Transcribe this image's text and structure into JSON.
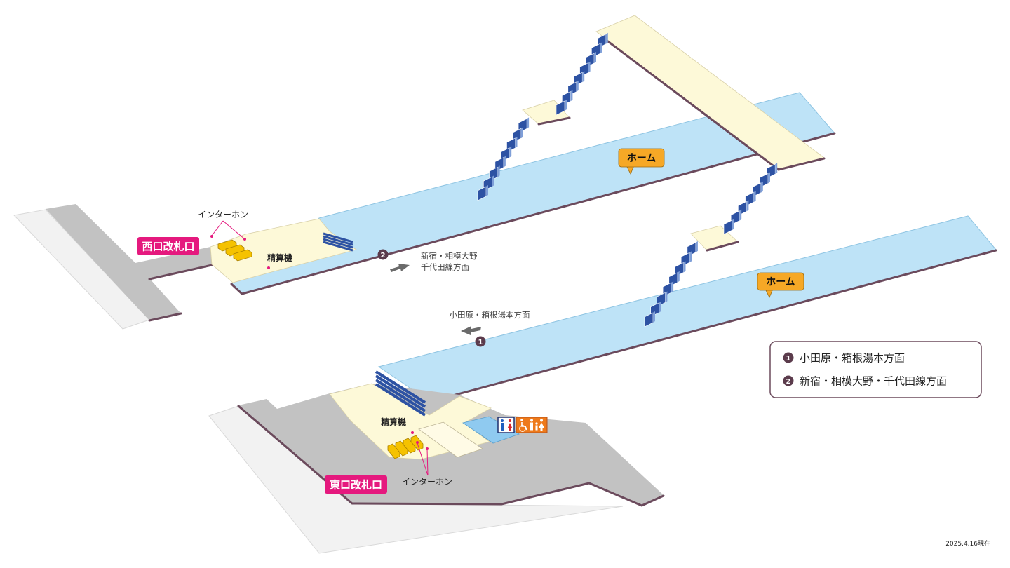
{
  "colors": {
    "platform": "#bee3f7",
    "concourse": "#fdf9d8",
    "floor": "#c2c2c2",
    "floor_outer": "#f2f2f2",
    "shadow": "#6b4a5c",
    "gate_badge": "#e5197e",
    "platform_badge": "#f6a826",
    "stairs": "#2d52a3",
    "marker": "#5b3b4c",
    "turnstile": "#f5c200",
    "restroom_area": "#8fcaf0"
  },
  "gates": {
    "west": "西口改札口",
    "east": "東口改札口"
  },
  "intercom": {
    "west": "インターホン",
    "east": "インターホン"
  },
  "fare_machine": {
    "west": "精算機",
    "east": "精算機"
  },
  "platforms": {
    "upper": "ホーム",
    "lower": "ホーム"
  },
  "directions": {
    "upper": {
      "number": "2",
      "line1": "新宿・相模大野",
      "line2": "千代田線方面"
    },
    "lower": {
      "number": "1",
      "line1": "小田原・箱根湯本方面"
    }
  },
  "legend": [
    {
      "number": "1",
      "text": "小田原・箱根湯本方面"
    },
    {
      "number": "2",
      "text": "新宿・相模大野・千代田線方面"
    }
  ],
  "facilities": {
    "icons": [
      "restroom-icon",
      "wheelchair-icon",
      "family-icon"
    ]
  },
  "as_of": "2025.4.16現在"
}
